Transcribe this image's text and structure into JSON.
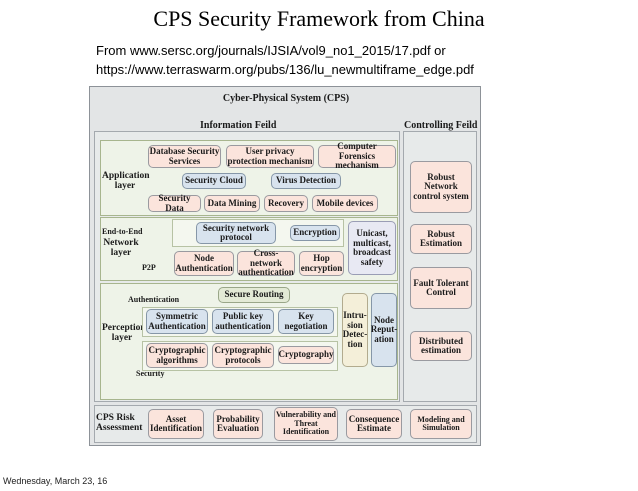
{
  "slide": {
    "title": "CPS Security Framework from China",
    "source_line_1": "From www.sersc.org/journals/IJSIA/vol9_no1_2015/17.pdf or",
    "source_line_2": "https://www.terraswarm.org/pubs/136/lu_newmultiframe_edge.pdf",
    "footer_date": "Wednesday, March 23, 16"
  },
  "diagram": {
    "top_title": "Cyber-Physical System (CPS)",
    "information_field": "Information Feild",
    "controlling_field": "Controlling Feild",
    "application_layer": {
      "label": "Application layer",
      "boxes": [
        "Database Security Services",
        "User privacy protection mechanism",
        "Computer Forensics mechanism",
        "Security Cloud",
        "Virus Detection",
        "Security Data",
        "Data Mining",
        "Recovery",
        "Mobile devices"
      ]
    },
    "network_layer": {
      "label": "Network layer",
      "end_to_end": "End-to-End",
      "p2p": "P2P",
      "boxes": [
        "Security network protocol",
        "Encryption",
        "Node Authentication",
        "Cross-network authentication",
        "Hop encryption",
        "Unicast, multicast, broadcast safety"
      ]
    },
    "perception_layer": {
      "label": "Perception layer",
      "authentication": "Authentication",
      "security": "Security",
      "boxes": [
        "Secure Routing",
        "Symmetric Authentication",
        "Public key authentication",
        "Key negotiation",
        "Cryptographic algorithms",
        "Cryptographic protocols",
        "Cryptography",
        "Intru-sion Detec-tion",
        "Node Reput-ation"
      ]
    },
    "controlling_boxes": [
      "Robust Network control system",
      "Robust Estimation",
      "Fault Tolerant Control",
      "Distributed estimation"
    ],
    "risk": {
      "label": "CPS Risk Assessment",
      "boxes": [
        "Asset Identification",
        "Probability Evaluation",
        "Vulnerability and Threat Identification",
        "Consequence Estimate",
        "Modeling and Simulation"
      ]
    }
  }
}
